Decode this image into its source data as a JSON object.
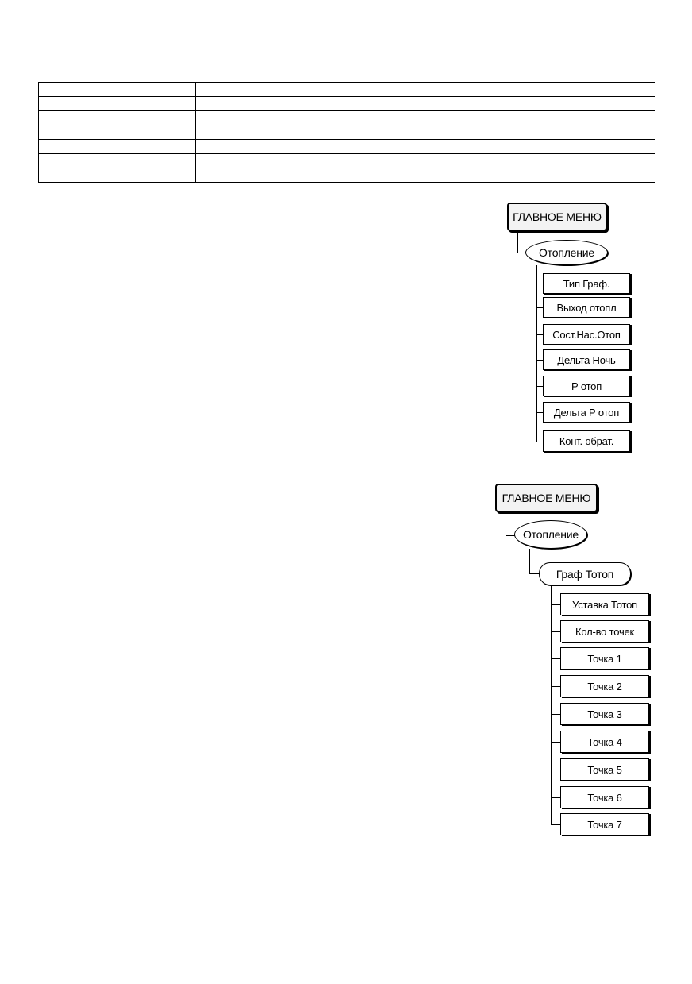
{
  "table": {
    "rows": 7,
    "cols": 3
  },
  "diagram1": {
    "main_menu": "ГЛАВНОЕ МЕНЮ",
    "section": "Отопление",
    "items": [
      "Тип Граф.",
      "Выход отопл",
      "Сост.Нас.Отоп",
      "Дельта Ночь",
      "Р отоп",
      "Дельта Р отоп",
      "Конт. обрат."
    ]
  },
  "diagram2": {
    "main_menu": "ГЛАВНОЕ МЕНЮ",
    "section": "Отопление",
    "subsection": "Граф Тотоп",
    "items": [
      "Уставка Тотоп",
      "Кол-во точек",
      "Точка 1",
      "Точка 2",
      "Точка 3",
      "Точка 4",
      "Точка 5",
      "Точка 6",
      "Точка 7"
    ]
  }
}
